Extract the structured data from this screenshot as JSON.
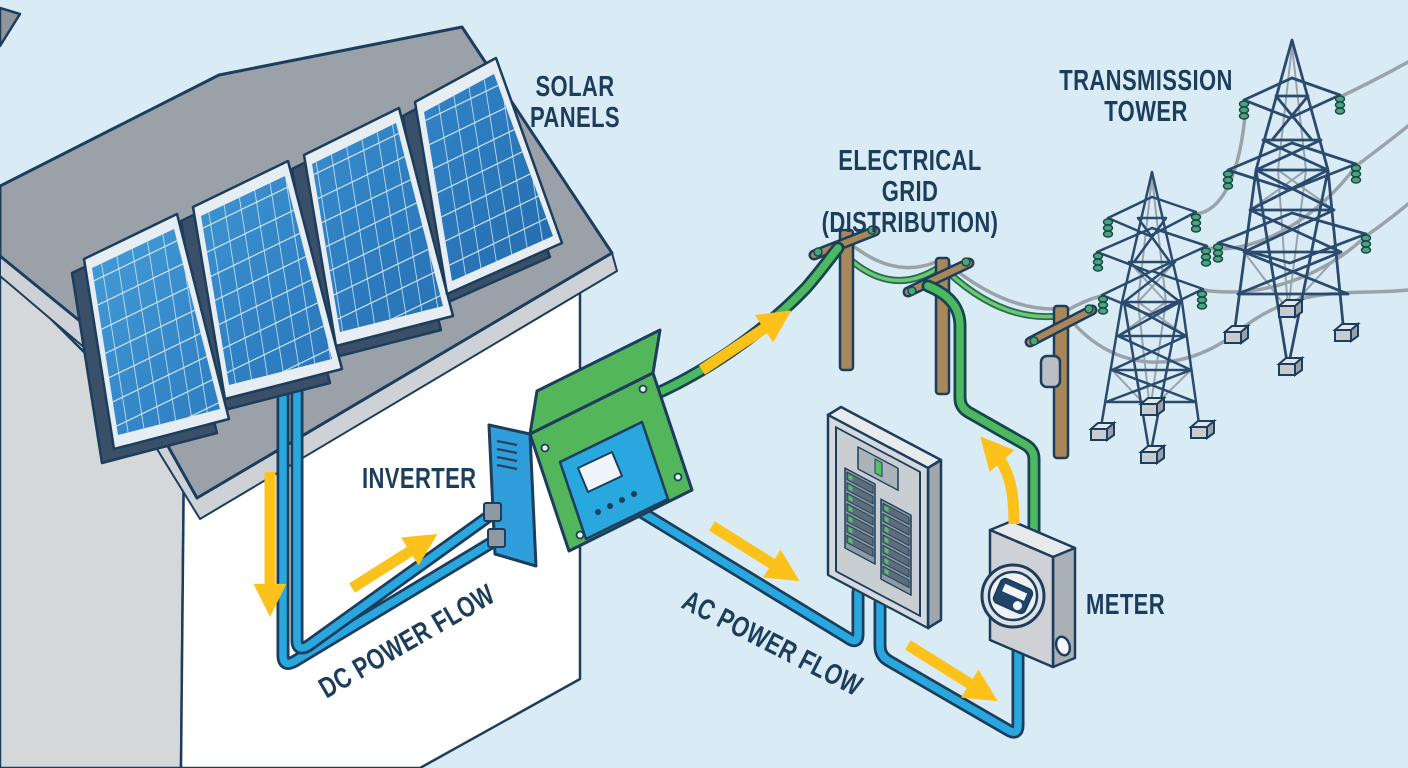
{
  "scene": {
    "background_color": "#d9ecf5",
    "labels": {
      "solar_panels": [
        "SOLAR",
        "PANELS"
      ],
      "electrical_grid": [
        "ELECTRICAL GRID",
        "(DISTRIBUTION)"
      ],
      "transmission_tower": [
        "TRANSMISSION",
        "TOWER"
      ],
      "inverter": "INVERTER",
      "meter": "METER",
      "dc_power_flow": "DC POWER FLOW",
      "ac_power_flow": "AC POWER FLOW"
    },
    "colors": {
      "outline_navy": "#1d3d5c",
      "label_text": "#1d3d5c",
      "cable_blue": "#29a8e0",
      "cable_green": "#4db860",
      "catenary_green": "#6cc873",
      "wire_gray": "#9ba3aa",
      "arrow_yellow": "#fcc21b",
      "panel_blue_light": "#4fa9e0",
      "panel_blue_dark": "#1c5e9f",
      "inverter_green": "#54b65b",
      "inverter_screen_blue": "#29a8e0",
      "pole_brown": "#a8885a",
      "roof_gray": "#9aa1a8",
      "wall_white": "#ffffff",
      "metal_gray": "#d6dade"
    }
  }
}
